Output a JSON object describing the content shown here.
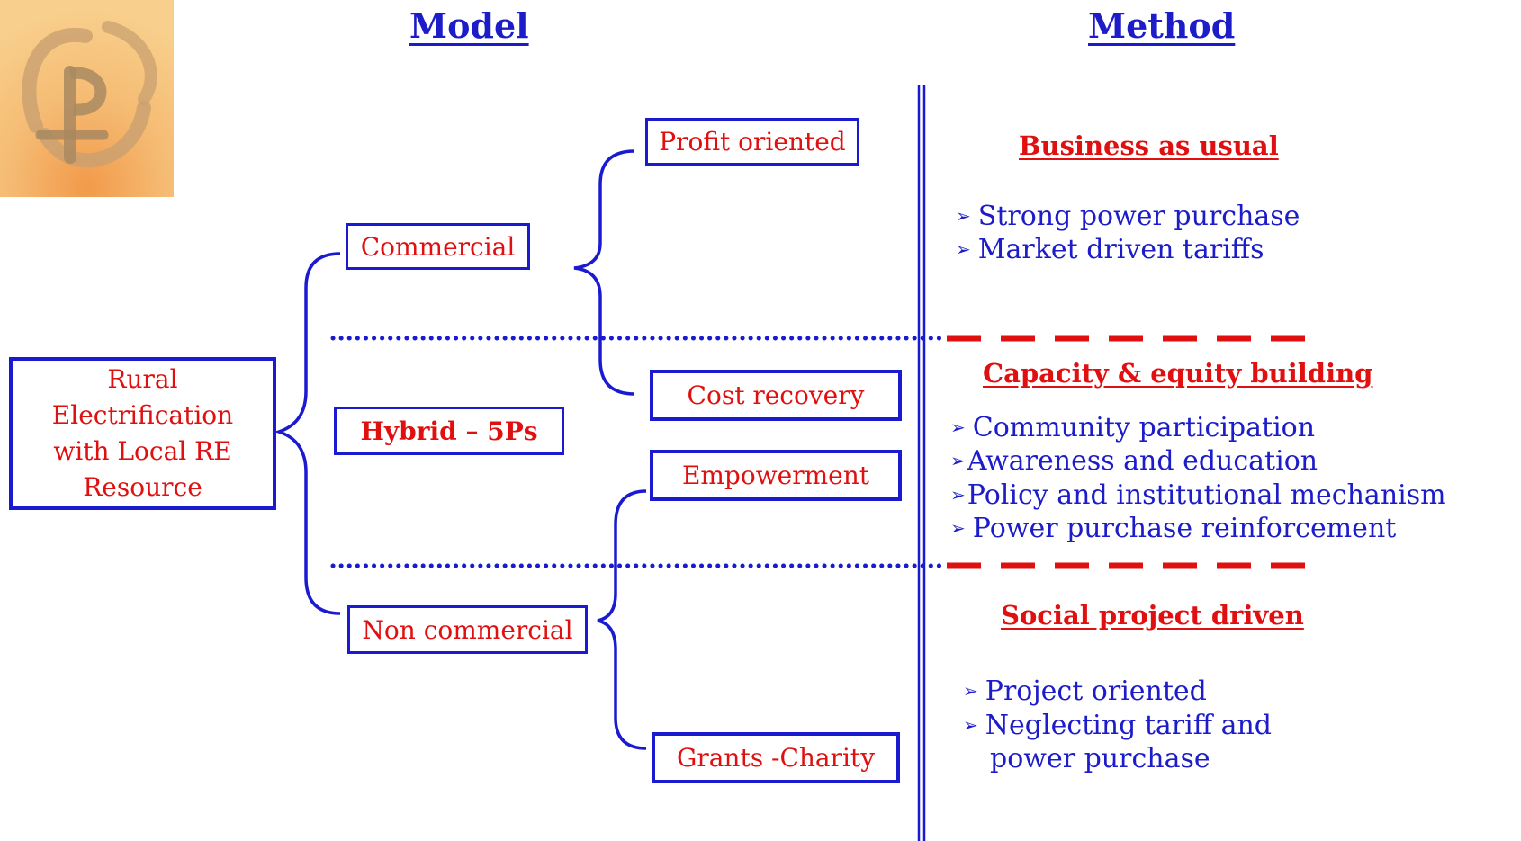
{
  "headers": {
    "model": "Model",
    "method": "Method"
  },
  "root": [
    "Rural",
    "Electrification",
    "with Local RE",
    "Resource"
  ],
  "boxes": {
    "commercial": "Commercial",
    "hybrid": "Hybrid – 5Ps",
    "non_commercial": "Non commercial",
    "profit_oriented": "Profit oriented",
    "cost_recovery": "Cost recovery",
    "empowerment": "Empowerment",
    "grants_charity": "Grants -Charity"
  },
  "methods": {
    "business": {
      "title": "Business as usual",
      "items": [
        "Strong power purchase",
        "Market driven tariffs"
      ]
    },
    "capacity": {
      "title": "Capacity & equity building",
      "items": [
        "Community participation",
        "Awareness and education",
        "Policy and institutional mechanism",
        "Power purchase reinforcement"
      ]
    },
    "social": {
      "title": "Social project driven",
      "items": [
        "Project oriented",
        "Neglecting tariff and",
        "power purchase"
      ]
    }
  },
  "colors": {
    "blue": "#1a1ad0",
    "red": "#e01010",
    "logo_bg": "#f3c27a"
  }
}
